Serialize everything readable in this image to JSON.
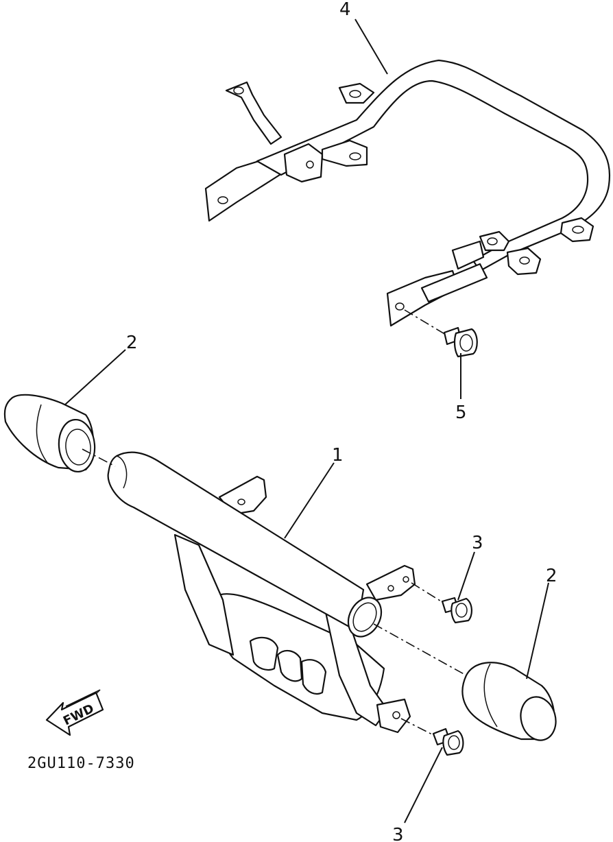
{
  "callouts": {
    "c1": "1",
    "c2a": "2",
    "c2b": "2",
    "c3a": "3",
    "c3b": "3",
    "c4": "4",
    "c5": "5"
  },
  "direction_indicator": {
    "text": "FWD",
    "icon": "arrow-left-icon"
  },
  "diagram_code": "2GU110-7330"
}
